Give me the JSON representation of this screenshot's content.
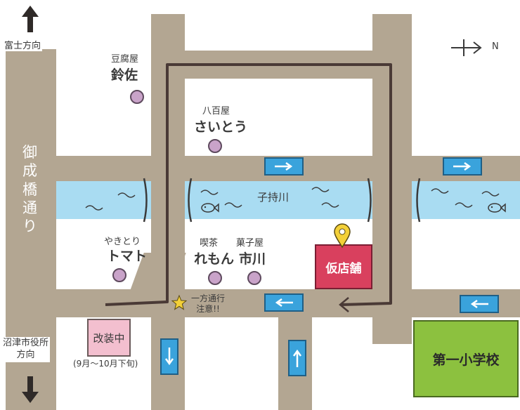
{
  "colors": {
    "road": "#b3a692",
    "river": "#a9dcf2",
    "route": "#4a3a36",
    "shop": "#d9405e",
    "school": "#8cc13f",
    "construction": "#f3bfcf",
    "shop_dot": "#c9a3c9",
    "arrow_sign": "#3aa3dc"
  },
  "icons": [
    "north-arrow-icon",
    "star-icon",
    "map-pin-icon",
    "fish-icon",
    "up-arrow-icon",
    "down-arrow-icon"
  ],
  "labels": {
    "fuji": "富士方向",
    "numazu": "沼津市役所\n方向",
    "street": "御\n成\n橋\n通\nり",
    "river": "子持川",
    "north": "N",
    "oneway_note": "一方通行\n注意!!"
  },
  "shops": {
    "tofu_type": "豆腐屋",
    "tofu_name": "鈴佐",
    "veg_type": "八百屋",
    "veg_name": "さいとう",
    "yakitori_type": "やきとり",
    "yakitori_name": "トマト",
    "cafe_type": "喫茶",
    "cafe_name": "れもん",
    "sweets_type": "菓子屋",
    "sweets_name": "市川"
  },
  "temp_store": "仮店舗",
  "construction": {
    "title": "改装中",
    "period": "(9月〜10月下旬)"
  },
  "school": "第一小学校"
}
